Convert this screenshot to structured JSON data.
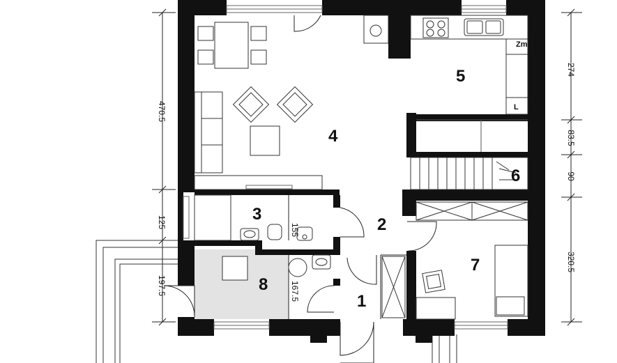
{
  "rooms": [
    {
      "id": "1",
      "label": "1"
    },
    {
      "id": "2",
      "label": "2"
    },
    {
      "id": "3",
      "label": "3"
    },
    {
      "id": "4",
      "label": "4"
    },
    {
      "id": "5",
      "label": "5"
    },
    {
      "id": "6",
      "label": "6"
    },
    {
      "id": "7",
      "label": "7"
    },
    {
      "id": "8",
      "label": "8"
    }
  ],
  "dimensions": {
    "left": [
      "470.5",
      "125",
      "197.5"
    ],
    "right": [
      "274",
      "83.5",
      "90",
      "320.5"
    ],
    "interior": [
      "155",
      "167.5"
    ]
  },
  "symbols": {
    "fridge": "Zm",
    "pantry": "L"
  },
  "colors": {
    "wall": "#111111",
    "room8_fill": "#e3e3e3"
  }
}
